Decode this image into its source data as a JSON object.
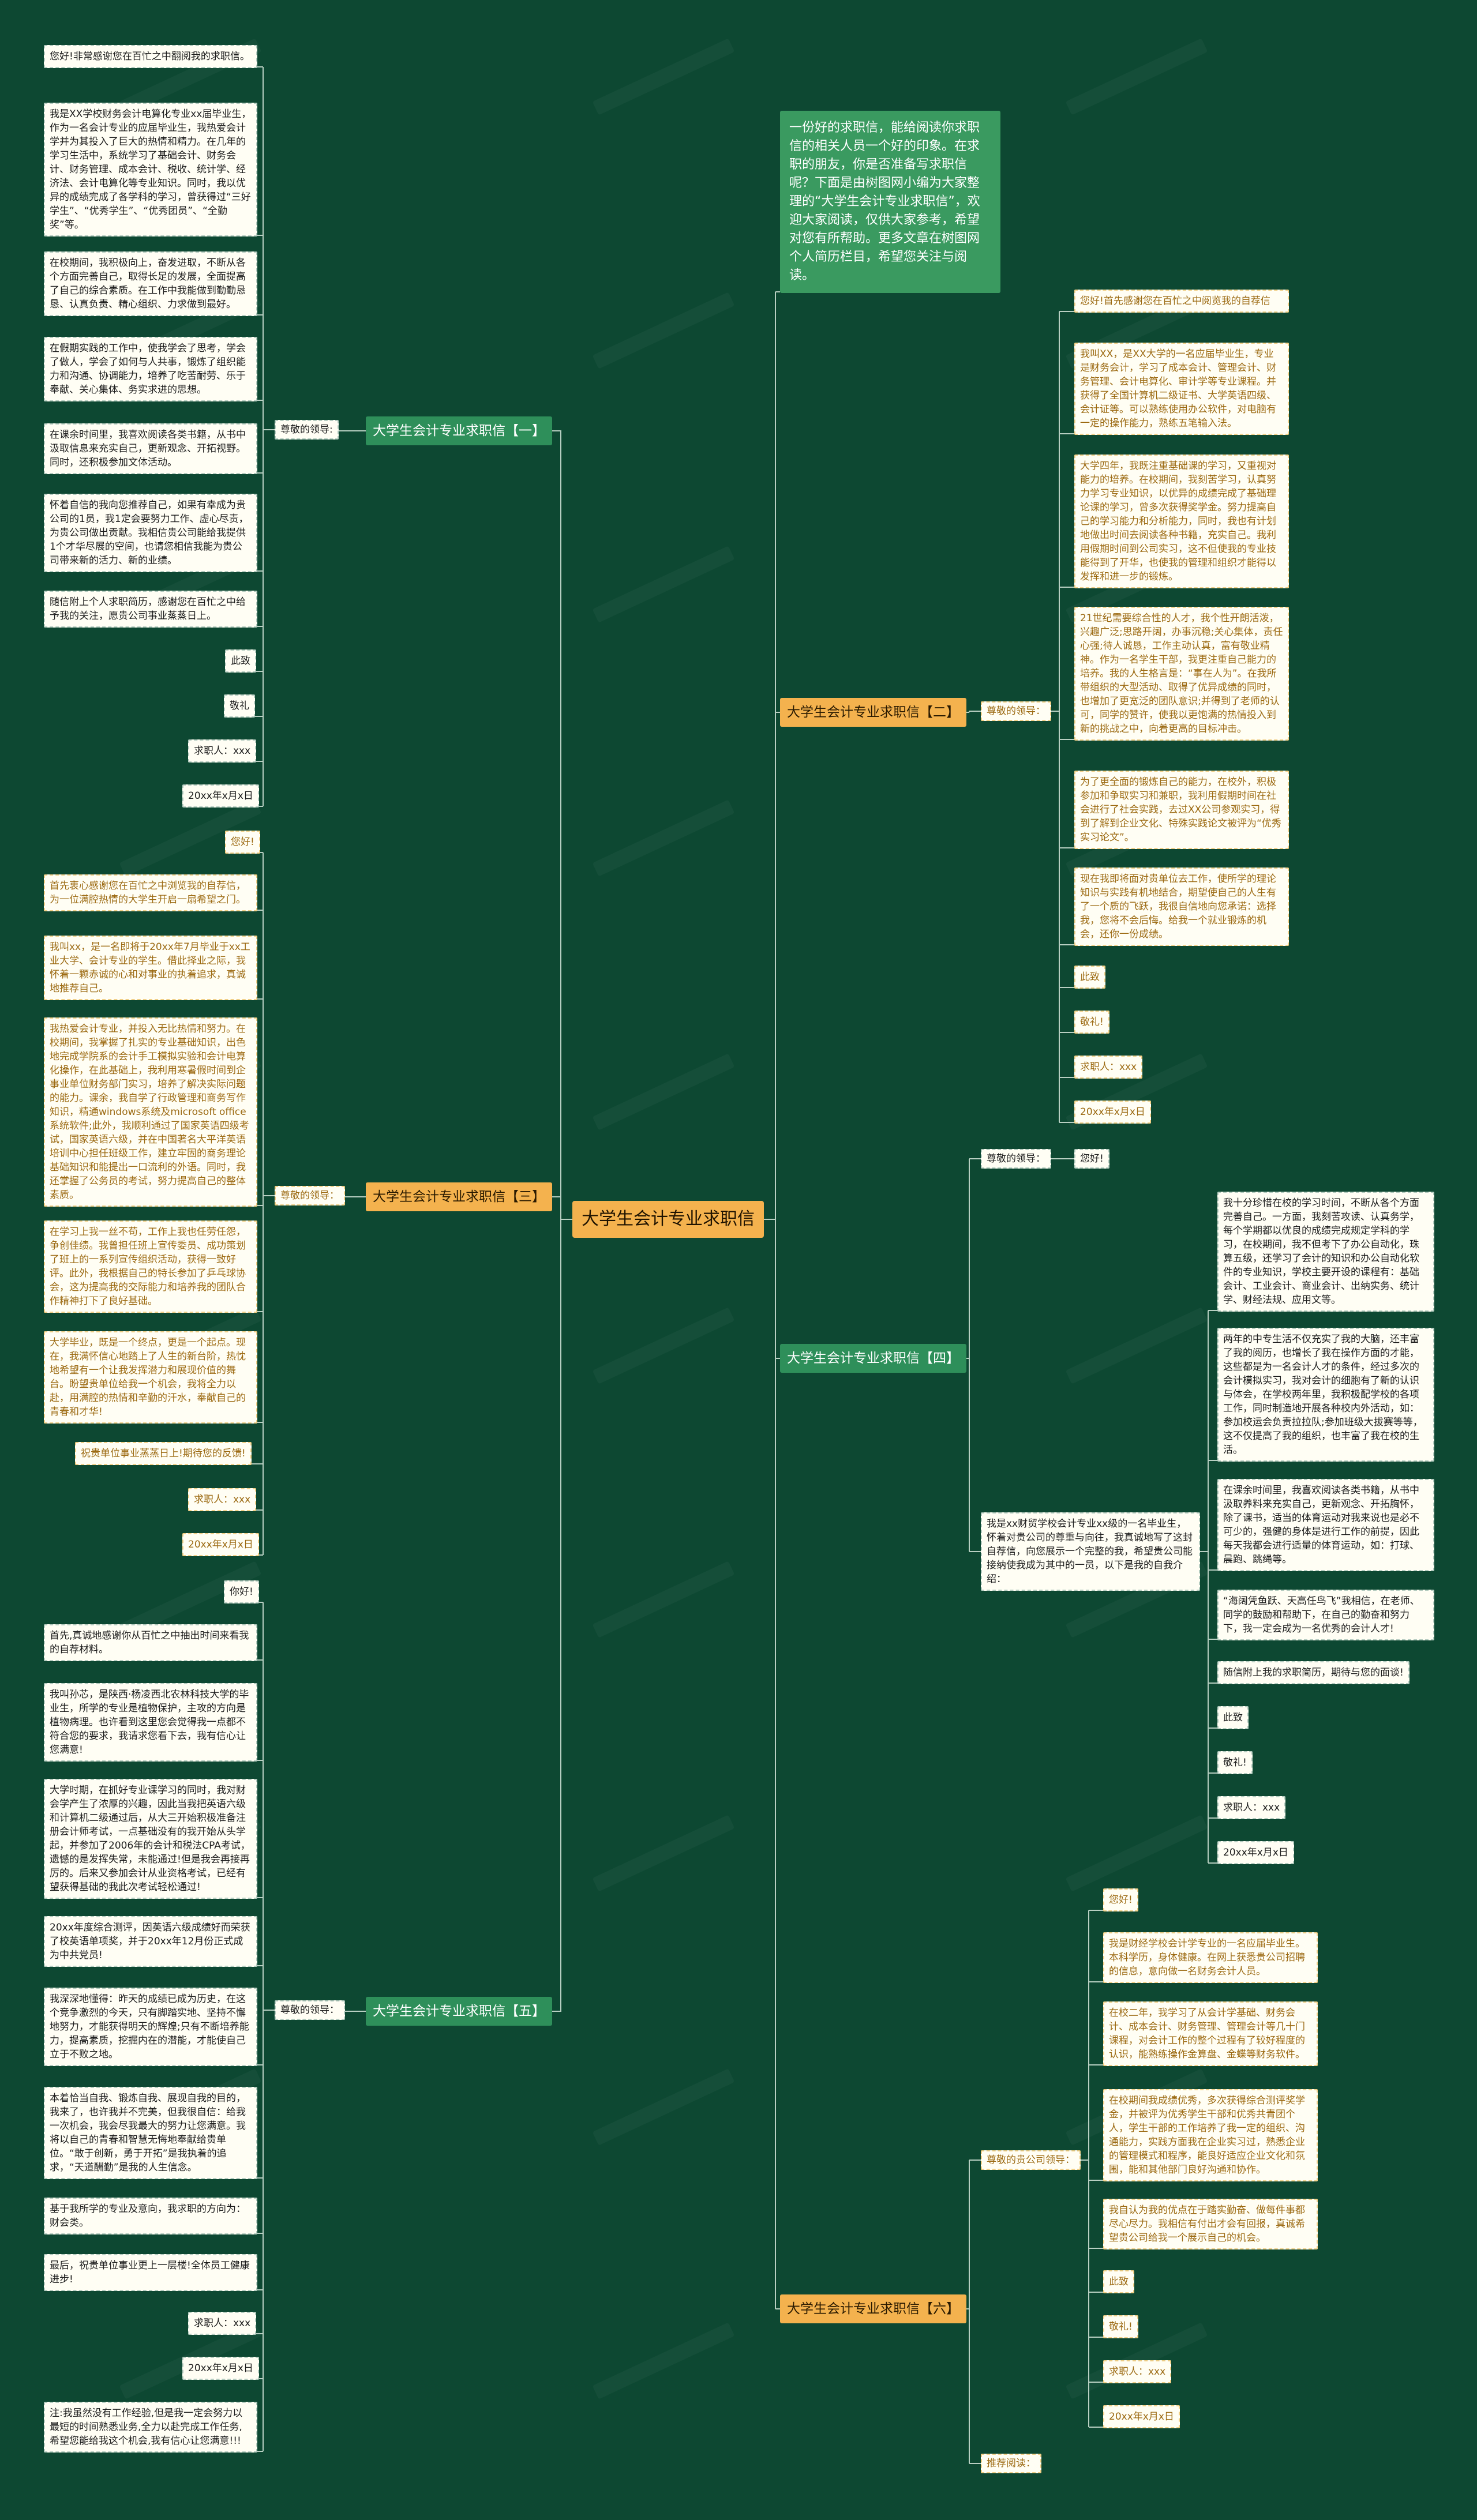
{
  "root": {
    "title": "大学生会计专业求职信"
  },
  "intro": "一份好的求职信，能给阅读你求职信的相关人员一个好的印象。在求职的朋友，你是否准备写求职信呢？下面是由树图网小编为大家整理的“大学生会计专业求职信”，欢迎大家阅读，仅供大家参考，希望对您有所帮助。更多文章在树图网个人简历栏目，希望您关注与阅读。",
  "branches": {
    "b1": {
      "title": "大学生会计专业求职信【一】",
      "label": "尊敬的领导:",
      "items": [
        "您好!非常感谢您在百忙之中翻阅我的求职信。",
        "我是XX学校财务会计电算化专业xx届毕业生，作为一名会计专业的应届毕业生，我热爱会计学并为其投入了巨大的热情和精力。在几年的学习生活中，系统学习了基础会计、财务会计、财务管理、成本会计、税收、统计学、经济法、会计电算化等专业知识。同时，我以优异的成绩完成了各学科的学习，曾获得过“三好学生”、“优秀学生”、“优秀团员”、“全勤奖”等。",
        "在校期间，我积极向上，奋发进取，不断从各个方面完善自己，取得长足的发展，全面提高了自己的综合素质。在工作中我能做到勤勤恳恳、认真负责、精心组织、力求做到最好。",
        "在假期实践的工作中，使我学会了思考，学会了做人，学会了如何与人共事，锻炼了组织能力和沟通、协调能力，培养了吃苦耐劳、乐于奉献、关心集体、务实求进的思想。",
        "在课余时间里，我喜欢阅读各类书籍，从书中汲取信息来充实自己，更新观念、开拓视野。同时，还积极参加文体活动。",
        "怀着自信的我向您推荐自己，如果有幸成为贵公司的1员，我1定会要努力工作、虚心尽责，为贵公司做出贡献。我相信贵公司能给我提供1个才华尽展的空间，也请您相信我能为贵公司带来新的活力、新的业绩。",
        "随信附上个人求职简历，感谢您在百忙之中给予我的关注，愿贵公司事业蒸蒸日上。",
        "此致",
        "敬礼",
        "求职人：xxx",
        "20xx年x月x日"
      ]
    },
    "b3": {
      "title": "大学生会计专业求职信【三】",
      "label": "尊敬的领导：",
      "items": [
        "您好!",
        "首先衷心感谢您在百忙之中浏览我的自荐信，为一位满腔热情的大学生开启一扇希望之门。",
        "我叫xx，是一名即将于20xx年7月毕业于xx工业大学、会计专业的学生。借此择业之际，我怀着一颗赤诚的心和对事业的执着追求，真诚地推荐自己。",
        "我热爱会计专业，并投入无比热情和努力。在校期间，我掌握了扎实的专业基础知识，出色地完成学院系的会计手工模拟实验和会计电算化操作，在此基础上，我利用寒暑假时间到企事业单位财务部门实习，培养了解决实际问题的能力。课余，我自学了行政管理和商务写作知识，精通windows系统及microsoft office系统软件;此外，我顺利通过了国家英语四级考试，国家英语六级，并在中国著名大平洋英语培训中心担任班级工作，建立牢固的商务理论基础知识和能提出一口流利的外语。同时，我还掌握了公务员的考试，努力提高自己的整体素质。",
        "在学习上我一丝不苟，工作上我也任劳任怨，争创佳绩。我曾担任班上宣传委员、成功策划了班上的一系列宣传组织活动，获得一致好评。此外，我根据自己的特长参加了乒乓球协会，这为提高我的交际能力和培养我的团队合作精神打下了良好基础。",
        "大学毕业，既是一个终点，更是一个起点。现在，我满怀信心地踏上了人生的新台阶，热忱地希望有一个让我发挥潜力和展现价值的舞台。盼望贵单位给我一个机会，我将全力以赴，用满腔的热情和辛勤的汗水，奉献自己的青春和才华!",
        "祝贵单位事业蒸蒸日上!期待您的反馈!",
        "求职人：xxx",
        "20xx年x月x日"
      ]
    },
    "b5": {
      "title": "大学生会计专业求职信【五】",
      "label": "尊敬的领导：",
      "items": [
        "你好!",
        "首先,真诚地感谢你从百忙之中抽出时间来看我的自荐材料。",
        "我叫孙芯，是陕西·杨凌西北农林科技大学的毕业生，所学的专业是植物保护，主攻的方向是植物病理。也许看到这里您会觉得我一点都不符合您的要求，我请求您看下去，我有信心让您满意!",
        "大学时期，在抓好专业课学习的同时，我对财会学产生了浓厚的兴趣，因此当我把英语六级和计算机二级通过后，从大三开始积极准备注册会计师考试，一点基础没有的我开始从头学起，并参加了2006年的会计和税法CPA考试，遗憾的是发挥失常，未能通过!但是我会再接再厉的。后来又参加会计从业资格考试，已经有望获得基础的我此次考试轻松通过!",
        "20xx年度综合测评，因英语六级成绩好而荣获了校英语单项奖，并于20xx年12月份正式成为中共党员!",
        "我深深地懂得：昨天的成绩已成为历史，在这个竞争激烈的今天，只有脚踏实地、坚持不懈地努力，才能获得明天的辉煌;只有不断培养能力，提高素质，挖掘内在的潜能，才能使自己立于不败之地。",
        "本着恰当自我、锻炼自我、展现自我的目的，我来了，也许我并不完美，但我很自信：给我一次机会，我会尽我最大的努力让您满意。我将以自己的青春和智慧无悔地奉献给贵单位。“敢于创新，勇于开拓”是我执着的追求，“天道酬勤”是我的人生信念。",
        "基于我所学的专业及意向，我求职的方向为：财会类。",
        "最后，祝贵单位事业更上一层楼!全体员工健康进步!",
        "求职人：xxx",
        "20xx年x月x日",
        "注:我虽然没有工作经验,但是我一定会努力以最短的时间熟悉业务,全力以赴完成工作任务,希望您能给我这个机会,我有信心让您满意!!!"
      ]
    },
    "b2": {
      "title": "大学生会计专业求职信【二】",
      "label": "尊敬的领导：",
      "items": [
        "您好!首先感谢您在百忙之中阅览我的自荐信",
        "我叫XX，是XX大学的一名应届毕业生，专业是财务会计，学习了成本会计、管理会计、财务管理、会计电算化、审计学等专业课程。并获得了全国计算机二级证书、大学英语四级、会计证等。可以熟练使用办公软件，对电脑有一定的操作能力，熟练五笔输入法。",
        "大学四年，我既注重基础课的学习，又重视对能力的培养。在校期间，我刻苦学习，认真努力学习专业知识，以优异的成绩完成了基础理论课的学习，曾多次获得奖学金。努力提高自己的学习能力和分析能力，同时，我也有计划地做出时间去阅读各种书籍，充实自己。我利用假期时间到公司实习，这不但使我的专业技能得到了开华，也使我的管理和组织才能得以发挥和进一步的锻炼。",
        "21世纪需要综合性的人才，我个性开朗活泼，兴趣广泛;思路开阔，办事沉稳;关心集体，责任心强;待人诚恳，工作主动认真，富有敬业精神。作为一名学生干部，我更注重自己能力的培养。我的人生格言是：“事在人为”。在我所带组织的大型活动、取得了优异成绩的同时，也增加了更宽泛的团队意识;并得到了老师的认可，同学的赞许，使我以更饱满的热情投入到新的挑战之中，向着更高的目标冲击。",
        "为了更全面的锻炼自己的能力，在校外，积极参加和争取实习和兼职，我利用假期时间在社会进行了社会实践，去过XX公司参观实习，得到了解到企业文化、特殊实践论文被评为“优秀实习论文”。",
        "现在我即将面对贵单位去工作，使所学的理论知识与实践有机地结合，期望使自己的人生有了一个质的飞跃，我很自信地向您承诺：选择我，您将不会后悔。给我一个就业锻炼的机会，还你一份成绩。",
        "此致",
        "敬礼!",
        "求职人：xxx",
        "20xx年x月x日"
      ]
    },
    "b4": {
      "title": "大学生会计专业求职信【四】",
      "label": "尊敬的领导：",
      "label2": "您好!",
      "intro": "我是xx财贸学校会计专业xx级的一名毕业生，怀着对贵公司的尊重与向往，我真诚地写了这封自荐信，向您展示一个完整的我，希望贵公司能接纳使我成为其中的一员，以下是我的自我介绍：",
      "items": [
        "我十分珍惜在校的学习时间，不断从各个方面完善自己。一方面，我刻苦攻读、认真务学，每个学期都以优良的成绩完成规定学科的学习，在校期间，我不但考下了办公自动化，珠算五级，还学习了会计的知识和办公自动化软件的专业知识，学校主要开设的课程有：基础会计、工业会计、商业会计、出纳实务、统计学、财经法规、应用文等。",
        "两年的中专生活不仅充实了我的大脑，还丰富了我的阅历，也增长了我在操作方面的才能，这些都是为一名会计人才的条件，经过多次的会计模拟实习，我对会计的细胞有了新的认识与体会，在学校两年里，我积极配学校的各项工作，同时制造地开展各种校内外活动，如：参加校运会负责拉拉队;参加班级大拔赛等等，这不仅提高了我的组织，也丰富了我在校的生活。",
        "在课余时间里，我喜欢阅读各类书籍，从书中汲取养料来充实自己，更新观念、开拓胸怀，除了课书，适当的体育运动对我来说也是必不可少的，强健的身体是进行工作的前提，因此每天我都会进行适量的体育运动，如：打球、晨跑、跳绳等。",
        "“海阔凭鱼跃、天高任鸟飞”我相信，在老师、同学的鼓励和帮助下，在自己的勤奋和努力下，我一定会成为一名优秀的会计人才!",
        "随信附上我的求职简历，期待与您的面谈!",
        "此致",
        "敬礼!",
        "求职人：xxx",
        "20xx年x月x日"
      ]
    },
    "b6": {
      "title": "大学生会计专业求职信【六】",
      "label": "尊敬的贵公司领导：",
      "label2": "推荐阅读：",
      "items": [
        "您好!",
        "我是财经学校会计学专业的一名应届毕业生。本科学历，身体健康。在网上获悉贵公司招聘的信息，意向做一名财务会计人员。",
        "在校二年，我学习了从会计学基础、财务会计、成本会计、财务管理、管理会计等几十门课程，对会计工作的整个过程有了较好程度的认识，能熟练操作金算盘、金蝶等财务软件。",
        "在校期间我成绩优秀，多次获得综合测评奖学金，并被评为优秀学生干部和优秀共青团个人，学生干部的工作培养了我一定的组织、沟通能力，实践方面我在企业实习过，熟悉企业的管理模式和程序，能良好适应企业文化和氛围，能和其他部门良好沟通和协作。",
        "我自认为我的优点在于踏实勤奋、做每件事都尽心尽力。我相信有付出才会有回报，真诚希望贵公司给我一个展示自己的机会。",
        "此致",
        "敬礼!",
        "求职人：xxx",
        "20xx年x月x日"
      ]
    }
  },
  "colors": {
    "background": "#0d4832",
    "branch_green": "#2e8f5a",
    "branch_orange": "#f4b24e",
    "line": "#b8cfc2"
  }
}
